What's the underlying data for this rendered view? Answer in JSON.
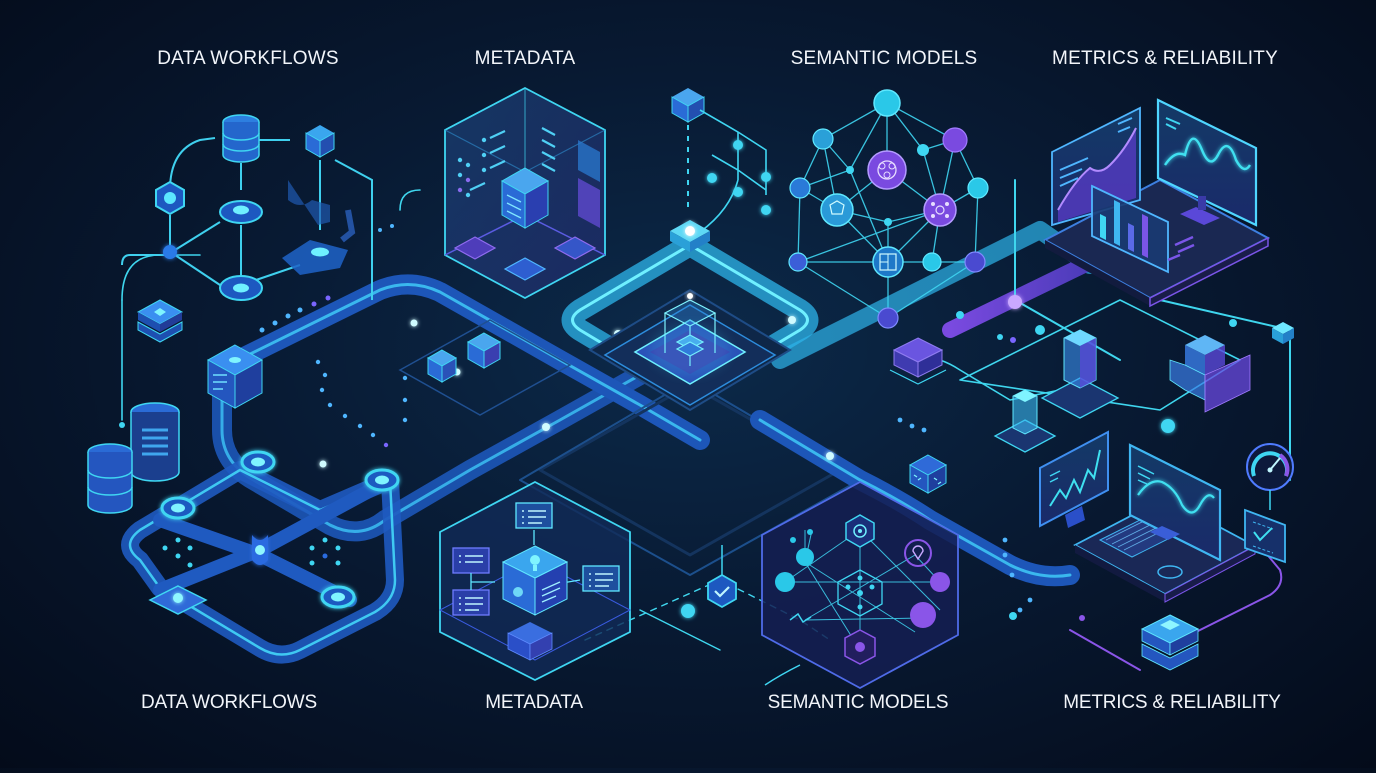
{
  "colors": {
    "background": "#06132a",
    "cyan": "#3fe0f0",
    "blue": "#2d7fe0",
    "purple": "#8a55e8",
    "label_text": "#f2f5fa"
  },
  "top_labels": [
    {
      "id": "data-workflows",
      "text": "DATA WORKFLOWS"
    },
    {
      "id": "metadata",
      "text": "METADATA"
    },
    {
      "id": "semantic-models",
      "text": "SEMANTIC MODELS"
    },
    {
      "id": "metrics-reliability",
      "text": "METRICS & RELIABILITY"
    }
  ],
  "bottom_labels": [
    {
      "id": "data-workflows",
      "text": "DATA WORKFLOWS"
    },
    {
      "id": "metadata",
      "text": "METADATA"
    },
    {
      "id": "semantic-models",
      "text": "SEMANTIC MODELS"
    },
    {
      "id": "metrics-reliability",
      "text": "METRICS & RELIABILITY"
    }
  ],
  "illustrations": {
    "top_left": {
      "name": "data-workflow-graph",
      "icons": [
        "database-icon",
        "cube-icon",
        "hexagon-node-icon",
        "disc-node-icon"
      ]
    },
    "top_metadata": {
      "name": "metadata-glass-cube",
      "icons": [
        "server-cube-icon",
        "document-panel-icon",
        "list-panel-icon"
      ]
    },
    "top_semantic": {
      "name": "semantic-network-graph",
      "icons": [
        "brain-node-icon",
        "cluster-node-icon",
        "layout-node-icon"
      ]
    },
    "top_metrics": {
      "name": "metrics-dashboard-platform",
      "icons": [
        "area-chart-icon",
        "bar-chart-icon",
        "wave-monitor-icon"
      ]
    },
    "center": {
      "name": "central-hub",
      "icons": [
        "glass-core-icon"
      ]
    },
    "bottom_left": {
      "name": "pipeline-network",
      "icons": [
        "database-icon",
        "junction-node-icon"
      ]
    },
    "bottom_metadata": {
      "name": "metadata-hex-map",
      "icons": [
        "lightbulb-cube-icon",
        "list-card-icon"
      ]
    },
    "bottom_semantic": {
      "name": "semantic-hex-graph",
      "icons": [
        "gear-hex-icon",
        "pin-node-icon"
      ]
    },
    "bottom_metrics": {
      "name": "monitoring-workstation",
      "icons": [
        "laptop-icon",
        "monitor-icon",
        "gauge-icon",
        "checkmark-panel-icon",
        "server-stack-icon"
      ]
    },
    "checkpoint": {
      "name": "verification-badge",
      "icons": [
        "check-hexagon-icon"
      ]
    }
  }
}
